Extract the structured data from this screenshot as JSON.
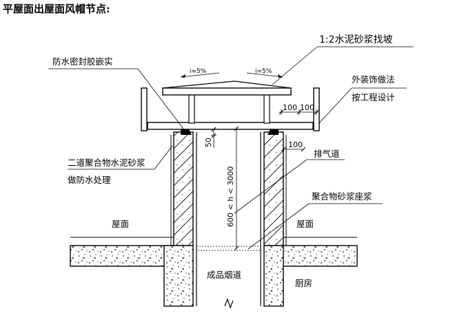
{
  "title": "平屋面出屋面风帽节点:",
  "labels": {
    "mortar_slope": "1:2水泥砂浆找坡",
    "sealant": "防水密封胶嵌实",
    "exterior_finish_1": "外装饰做法",
    "exterior_finish_2": "按工程设计",
    "polymer_waterproof_1": "二道聚合物水泥砂浆",
    "polymer_waterproof_2": "做防水处理",
    "exhaust_duct": "排气道",
    "polymer_mortar_seat": "聚合物砂浆座浆",
    "roof_left": "屋面",
    "roof_right": "屋面",
    "flue": "成品烟道",
    "kitchen": "厨房"
  },
  "dimensions": {
    "cap_overhang_1": "100",
    "cap_overhang_2": "100",
    "gap_50": "50",
    "offset_100": "100",
    "height_range": "600 < h < 3000"
  },
  "slopes": {
    "left": "i=5%",
    "right": "i=5%"
  },
  "colors": {
    "line": "#000000",
    "sealant_fill": "#000000",
    "background": "#ffffff"
  }
}
